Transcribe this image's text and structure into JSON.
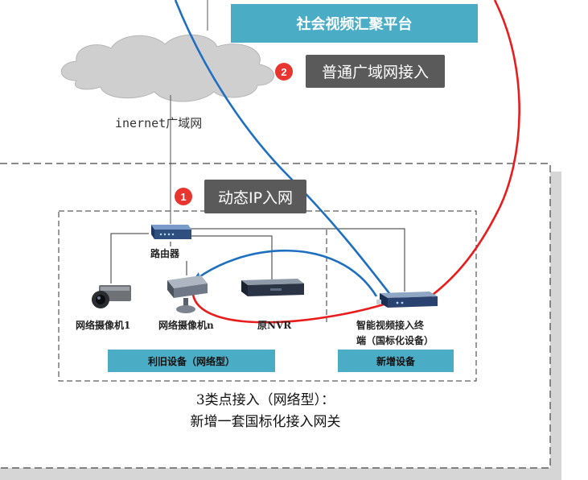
{
  "platform": {
    "title": "社会视频汇聚平台"
  },
  "internet": {
    "label": "inernet广域网"
  },
  "callouts": [
    {
      "badge": "2",
      "text": "普通广域网接入"
    },
    {
      "badge": "1",
      "text": "动态IP入网"
    }
  ],
  "devices": {
    "router": "路由器",
    "camera1": "网络摄像机1",
    "cameran": "网络摄像机n",
    "nvr": "原NVR",
    "terminal_line1": "智能视频接入终",
    "terminal_line2": "端（国标化设备）"
  },
  "groups": {
    "legacy": "利旧设备（网络型）",
    "new": "新增设备"
  },
  "caption": {
    "line1": "3类点接入（网络型）：",
    "line2": "新增一套国标化接入网关"
  },
  "colors": {
    "accent": "#4bacc6",
    "callout": "#5a5a5a",
    "badge": "#e8352f",
    "red_link": "#e81c1c",
    "blue_link": "#1f6fc0"
  }
}
